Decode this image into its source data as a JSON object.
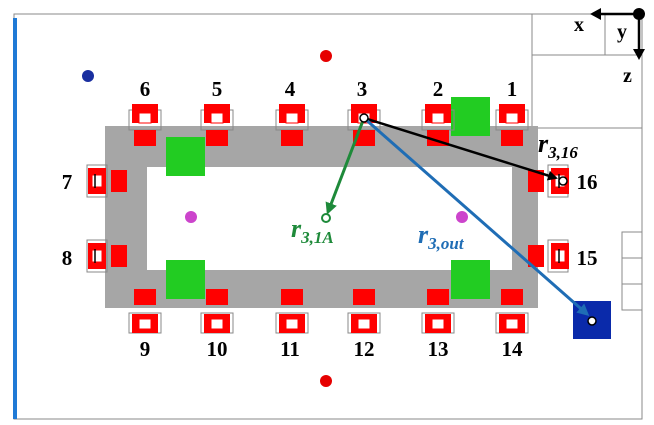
{
  "seats": [
    {
      "label": "1"
    },
    {
      "label": "2"
    },
    {
      "label": "3"
    },
    {
      "label": "4"
    },
    {
      "label": "5"
    },
    {
      "label": "6"
    },
    {
      "label": "7"
    },
    {
      "label": "8"
    },
    {
      "label": "9"
    },
    {
      "label": "10"
    },
    {
      "label": "11"
    },
    {
      "label": "12"
    },
    {
      "label": "13"
    },
    {
      "label": "14"
    },
    {
      "label": "15"
    },
    {
      "label": "16"
    }
  ],
  "vectors": {
    "r316": {
      "main": "r",
      "sub": "3,16"
    },
    "r31A": {
      "main": "r",
      "sub": "3,1A"
    },
    "r3out": {
      "main": "r",
      "sub": "3,out"
    }
  },
  "axes": {
    "x": "x",
    "y": "y",
    "z": "z"
  },
  "colors": {
    "table": "#a6a6a6",
    "seat": "#ff0000",
    "green": "#22cc22",
    "blue_dot": "#1a2fa0",
    "magenta_dot": "#cc44cc",
    "red_dot": "#e60000",
    "outlet": "#0a2aaa",
    "arrow_black": "#000000",
    "arrow_green": "#1e8a3a",
    "arrow_blue": "#1f6db5",
    "wall_blue": "#1f7ad6"
  }
}
